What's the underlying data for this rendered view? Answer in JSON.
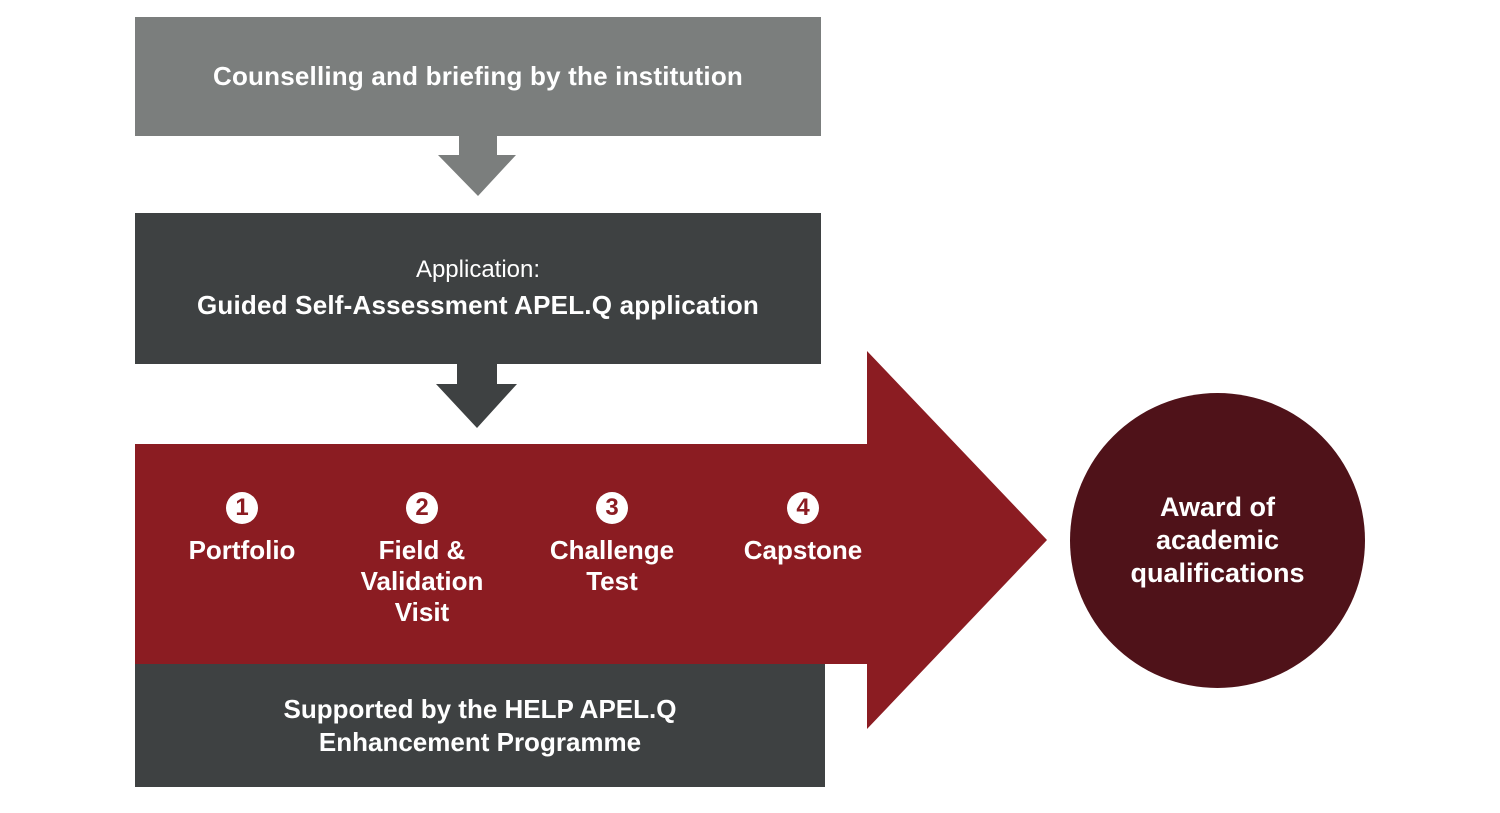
{
  "colors": {
    "light_gray": "#7b7e7d",
    "dark_gray": "#3e4142",
    "crimson": "#8b1c22",
    "maroon": "#4f1219",
    "text": "#ffffff"
  },
  "steps_flow": {
    "counselling": {
      "text": "Counselling and briefing by the institution"
    },
    "application": {
      "label": "Application:",
      "text": "Guided Self-Assessment APEL.Q application"
    },
    "assessment_methods": [
      {
        "number": "1",
        "lines": [
          "Portfolio"
        ]
      },
      {
        "number": "2",
        "lines": [
          "Field &",
          "Validation",
          "Visit"
        ]
      },
      {
        "number": "3",
        "lines": [
          "Challenge",
          "Test"
        ]
      },
      {
        "number": "4",
        "lines": [
          "Capstone"
        ]
      }
    ],
    "support": {
      "lines": [
        "Supported by the HELP APEL.Q",
        "Enhancement Programme"
      ]
    },
    "outcome": {
      "lines": [
        "Award of",
        "academic",
        "qualifications"
      ]
    }
  }
}
